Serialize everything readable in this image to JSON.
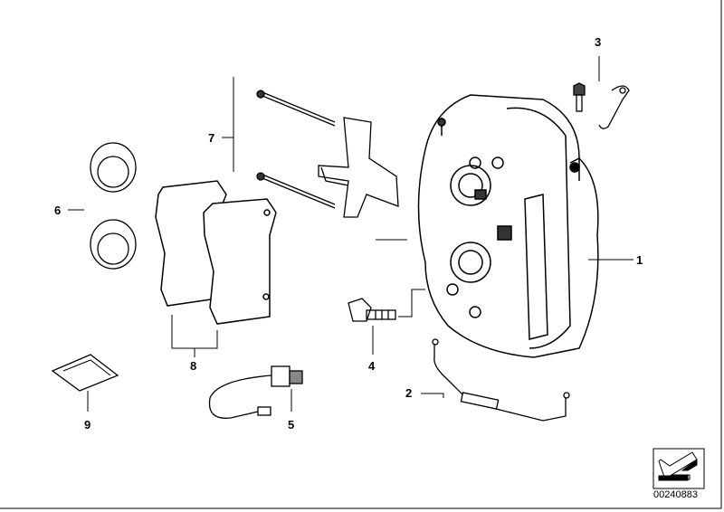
{
  "diagram": {
    "callouts": [
      {
        "id": "1",
        "name": "brake-caliper"
      },
      {
        "id": "2",
        "name": "brake-pad-wear-sensor-rear"
      },
      {
        "id": "3",
        "name": "bleeder-valve-and-clip"
      },
      {
        "id": "4",
        "name": "hex-bolt"
      },
      {
        "id": "5",
        "name": "brake-pad-wear-sensor"
      },
      {
        "id": "6",
        "name": "piston-seals"
      },
      {
        "id": "7",
        "name": "pins-and-spring-plate"
      },
      {
        "id": "8",
        "name": "brake-pads"
      },
      {
        "id": "9",
        "name": "grease-packet"
      }
    ],
    "drawing_number": "00240883"
  }
}
